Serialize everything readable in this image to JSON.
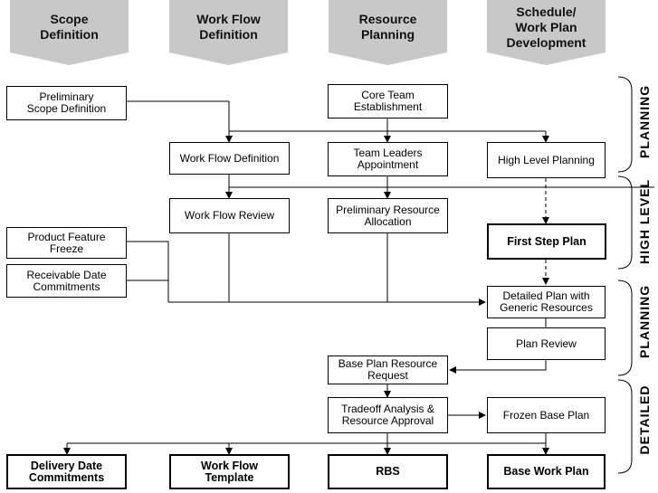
{
  "headers": [
    {
      "label": "Scope\nDefinition"
    },
    {
      "label": "Work Flow\nDefinition"
    },
    {
      "label": "Resource\nPlanning"
    },
    {
      "label": "Schedule/\nWork Plan\nDevelopment"
    }
  ],
  "boxes": {
    "preliminary_scope": "Preliminary\nScope Definition",
    "core_team": "Core Team\nEstablishment",
    "work_flow_definition": "Work Flow Definition",
    "team_leaders": "Team Leaders\nAppointment",
    "high_level_planning": "High Level Planning",
    "work_flow_review": "Work Flow Review",
    "preliminary_resource": "Preliminary Resource\nAllocation",
    "first_step_plan": "First Step Plan",
    "product_feature_freeze": "Product Feature\nFreeze",
    "receivable_date": "Receivable Date\nCommitments",
    "detailed_plan": "Detailed Plan with\nGeneric Resources",
    "plan_review": "Plan Review",
    "base_plan_request": "Base Plan Resource\nRequest",
    "tradeoff": "Tradeoff Analysis &\nResource Approval",
    "frozen_base": "Frozen Base Plan",
    "delivery_date": "Delivery Date\nCommitments",
    "work_flow_template": "Work Flow\nTemplate",
    "rbs": "RBS",
    "base_work_plan": "Base Work Plan"
  },
  "phases": {
    "planning": "PLANNING",
    "high_level": "HIGH LEVEL",
    "planning2": "PLANNING",
    "detailed": "DETAILED"
  },
  "colors": {
    "header_fill": "#c8c8c8",
    "line": "#000000"
  }
}
